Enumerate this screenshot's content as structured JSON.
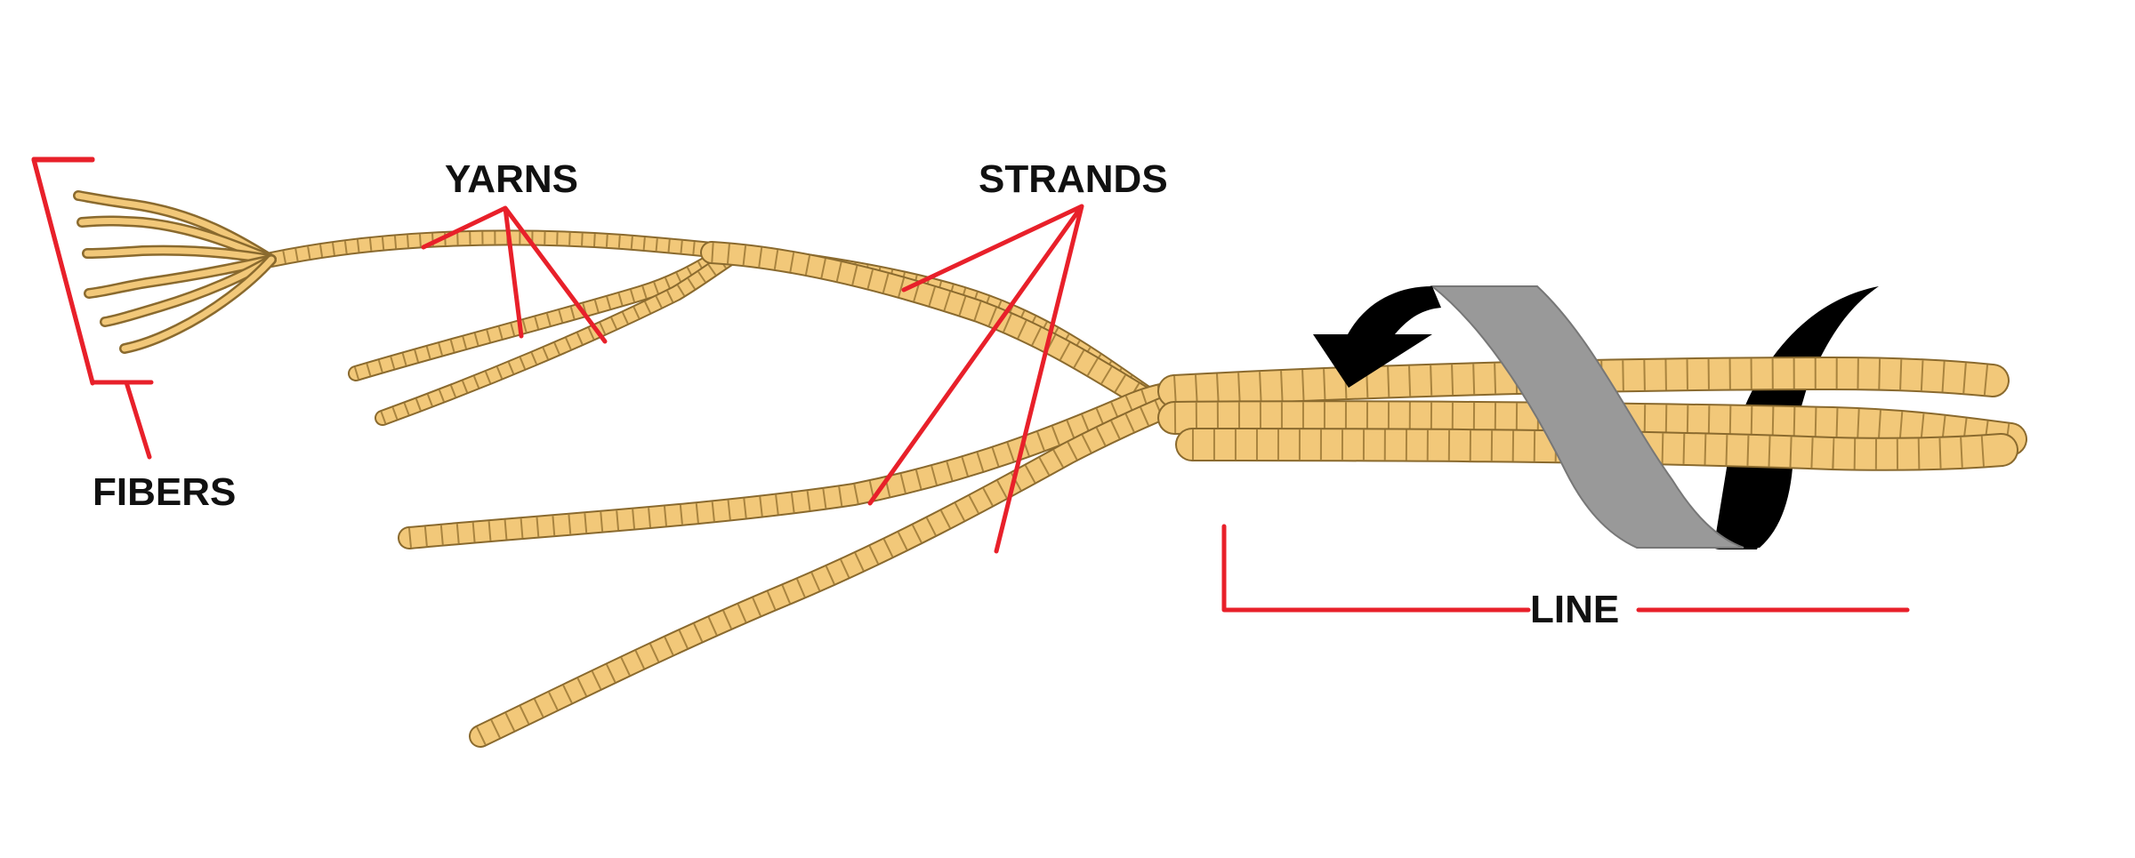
{
  "labels": {
    "fibers": "FIBERS",
    "yarns": "YARNS",
    "strands": "STRANDS",
    "line": "LINE"
  },
  "colors": {
    "rope": "#f2c879",
    "rope_outline": "#8a6a2e",
    "leader": "#e8202a",
    "arrow_dark": "#000000",
    "arrow_light": "#999999",
    "text": "#111111"
  },
  "icons": {
    "twist_arrow": "curved-arrow-left-icon",
    "ribbon": "twist-ribbon-icon"
  }
}
